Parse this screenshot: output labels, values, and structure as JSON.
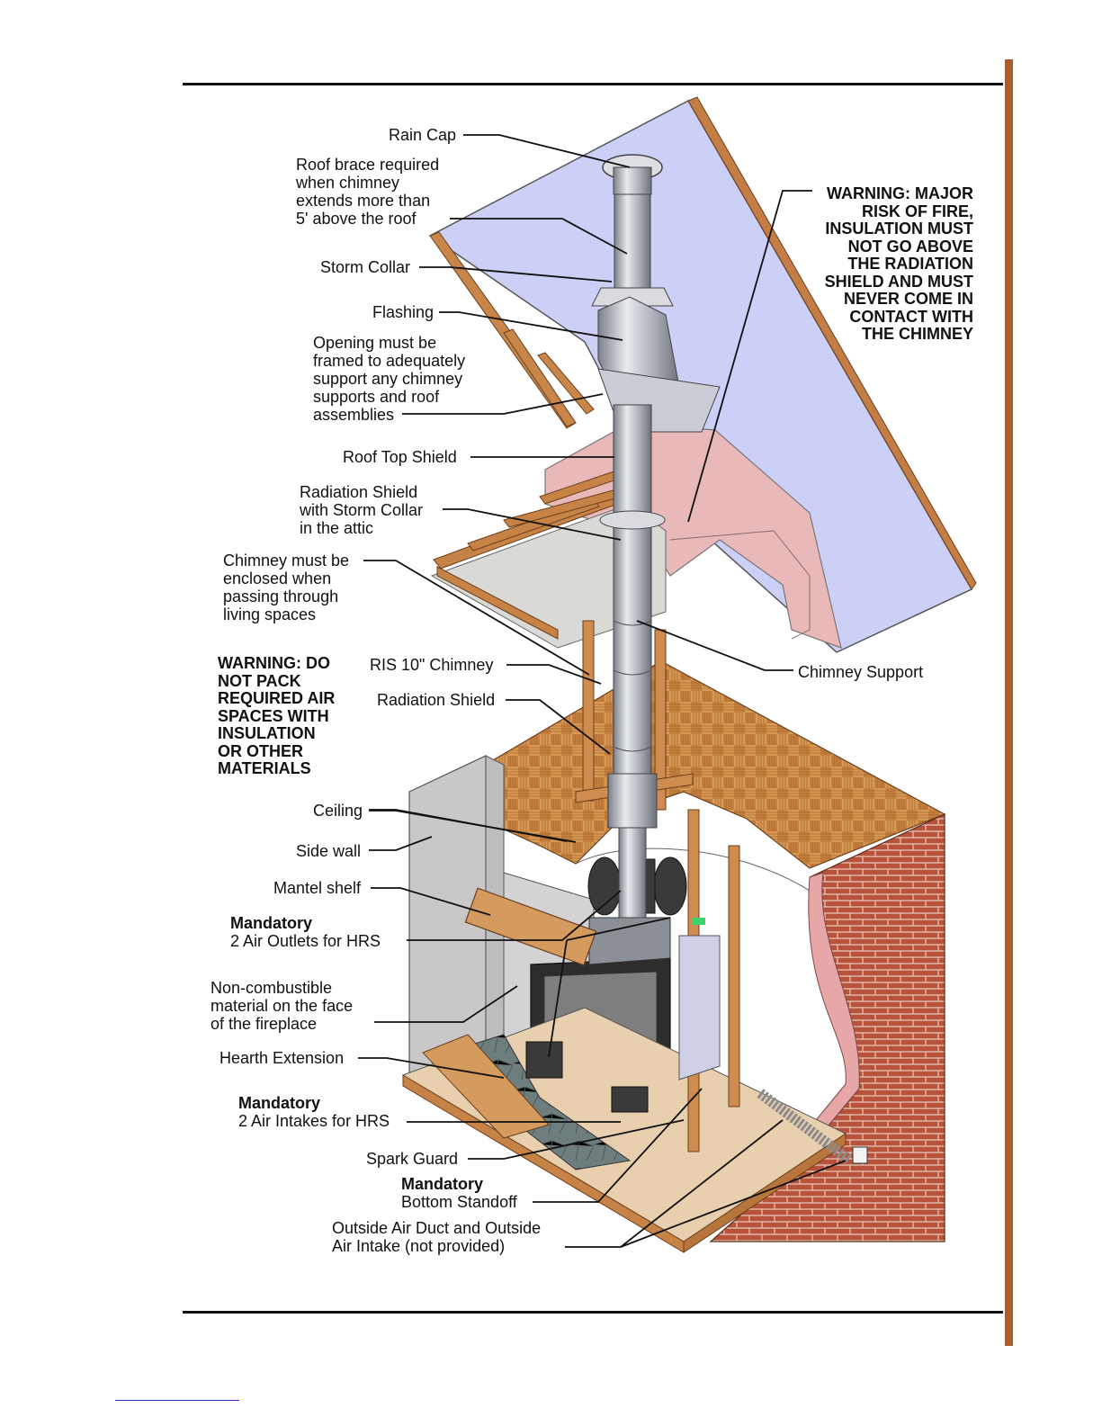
{
  "labels": {
    "rain_cap": "Rain Cap",
    "roof_brace": [
      "Roof brace required",
      "when chimney",
      "extends more than",
      "5' above the roof"
    ],
    "storm_collar": "Storm Collar",
    "flashing": "Flashing",
    "opening": [
      "Opening must be",
      "framed to adequately",
      "support any chimney",
      "supports and roof",
      "assemblies"
    ],
    "roof_top_shield": "Roof Top Shield",
    "radiation_shield_attic": [
      "Radiation Shield",
      "with Storm Collar",
      "in the attic"
    ],
    "chimney_enclosed": [
      "Chimney must be",
      "enclosed when",
      "passing through",
      "living spaces"
    ],
    "warning_air_spaces": [
      "WARNING: DO",
      "NOT PACK",
      "REQUIRED AIR",
      "SPACES WITH",
      "INSULATION",
      "OR OTHER",
      "MATERIALS"
    ],
    "ris_chimney": "RIS 10\" Chimney",
    "radiation_shield": "Radiation Shield",
    "chimney_support": "Chimney Support",
    "warning_fire": [
      "WARNING: MAJOR",
      "RISK OF FIRE,",
      "INSULATION MUST",
      "NOT GO ABOVE",
      "THE RADIATION",
      "SHIELD AND MUST",
      "NEVER COME IN",
      "CONTACT WITH",
      "THE CHIMNEY"
    ],
    "ceiling": "Ceiling",
    "side_wall": "Side wall",
    "mantel_shelf": "Mantel shelf",
    "air_outlets": {
      "title": "Mandatory",
      "text": "2 Air Outlets for HRS"
    },
    "non_combustible": [
      "Non-combustible",
      "material on the face",
      "of the fireplace"
    ],
    "hearth_extension": "Hearth Extension",
    "air_intakes": {
      "title": "Mandatory",
      "text": "2 Air Intakes for HRS"
    },
    "spark_guard": "Spark Guard",
    "bottom_standoff": {
      "title": "Mandatory",
      "text": "Bottom Standoff"
    },
    "outside_air": [
      "Outside Air Duct and Outside",
      "Air Intake (not provided)"
    ]
  },
  "colors": {
    "accent_bar": "#b25a25",
    "roof": "#cdd0f6",
    "insulation": "#e9b8b8",
    "brick": "#b4503a",
    "wood": "#c78245",
    "floor": "#e8cfae",
    "chimney": "#b9bcc4",
    "wall": "#c8c8c8"
  }
}
